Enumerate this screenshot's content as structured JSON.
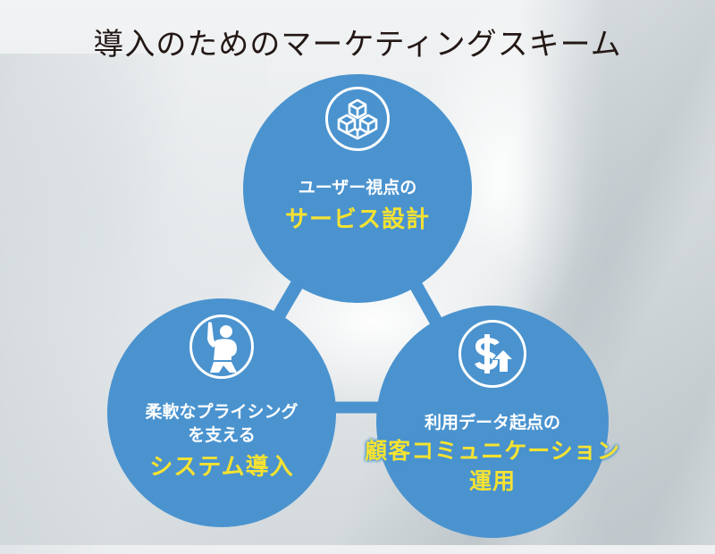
{
  "title": "導入のためのマーケティングスキーム",
  "colors": {
    "circle_blue": "#4a93cf",
    "highlight_yellow": "#f5e232",
    "title_text": "#231815",
    "white": "#ffffff"
  },
  "nodes": [
    {
      "id": "top",
      "icon": "cubes-icon",
      "sub_label": "ユーザー視点の",
      "main_label": "サービス設計"
    },
    {
      "id": "bottom-left",
      "icon": "person-raising-fist-icon",
      "sub_label_line1": "柔軟なプライシング",
      "sub_label_line2": "を支える",
      "main_label": "システム導入"
    },
    {
      "id": "bottom-right",
      "icon": "dollar-up-arrow-icon",
      "sub_label": "利用データ起点の",
      "main_label_line1": "顧客コミュニケーション",
      "main_label_line2": "運用"
    }
  ],
  "connections": [
    {
      "from": "top",
      "to": "bottom-left"
    },
    {
      "from": "top",
      "to": "bottom-right"
    },
    {
      "from": "bottom-left",
      "to": "bottom-right"
    }
  ]
}
